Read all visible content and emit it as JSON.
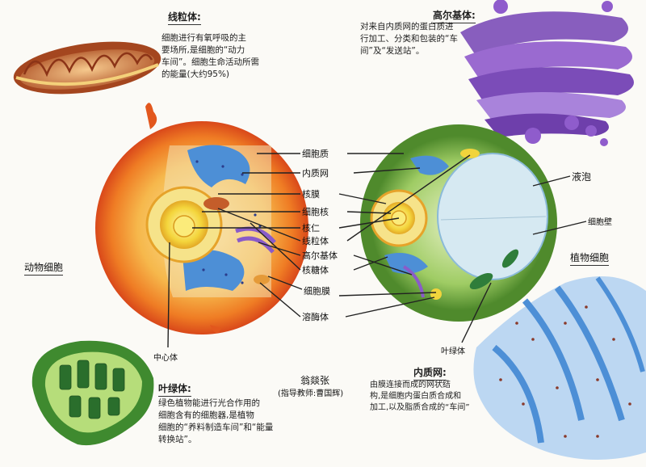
{
  "mitochondria": {
    "title": "线粒体:",
    "desc": [
      "细胞进行有氧呼吸的主",
      "要场所,是细胞的“动力",
      "车间”。细胞生命活动所需",
      "的能量(大约95%)"
    ]
  },
  "golgi": {
    "title": "高尔基体:",
    "desc": [
      "对来自内质网的蛋白质进",
      "行加工、分类和包装的“车",
      "间”及“发送站”。"
    ]
  },
  "chloroplast": {
    "title": "叶绿体:",
    "desc": [
      "绿色植物能进行光合作用的",
      "细胞含有的细胞器,是植物",
      "细胞的“养料制造车间”和“能量",
      "转换站”。"
    ]
  },
  "er": {
    "title": "内质网:",
    "desc": [
      "由膜连接而成的网状结",
      "构,是细胞内蛋白质合成和",
      "加工,以及脂质合成的“车间”"
    ]
  },
  "author": {
    "name": "翁燚张",
    "teacher": "(指导教师:曹国辉)"
  },
  "side_labels": {
    "animal_cell": "动物细胞",
    "plant_cell": "植物细胞",
    "centriole": "中心体",
    "chloroplast_small": "叶绿体",
    "vacuole": "液泡",
    "cell_wall": "细胞壁"
  },
  "center_labels": [
    "细胞质",
    "内质网",
    "核膜",
    "细胞核",
    "核仁",
    "线粒体",
    "高尔基体",
    "核糖体",
    "细胞膜",
    "溶酶体"
  ],
  "colors": {
    "animal_outer": "#e8641c",
    "animal_inner": "#f3b44a",
    "plant_wall": "#5f9c34",
    "plant_cyto": "#8cc25a",
    "er_blue": "#4d8fd6",
    "golgi_purple": "#8a5bc9",
    "nucleus_yellow": "#f1d43c",
    "mito_brown": "#b5552a"
  }
}
